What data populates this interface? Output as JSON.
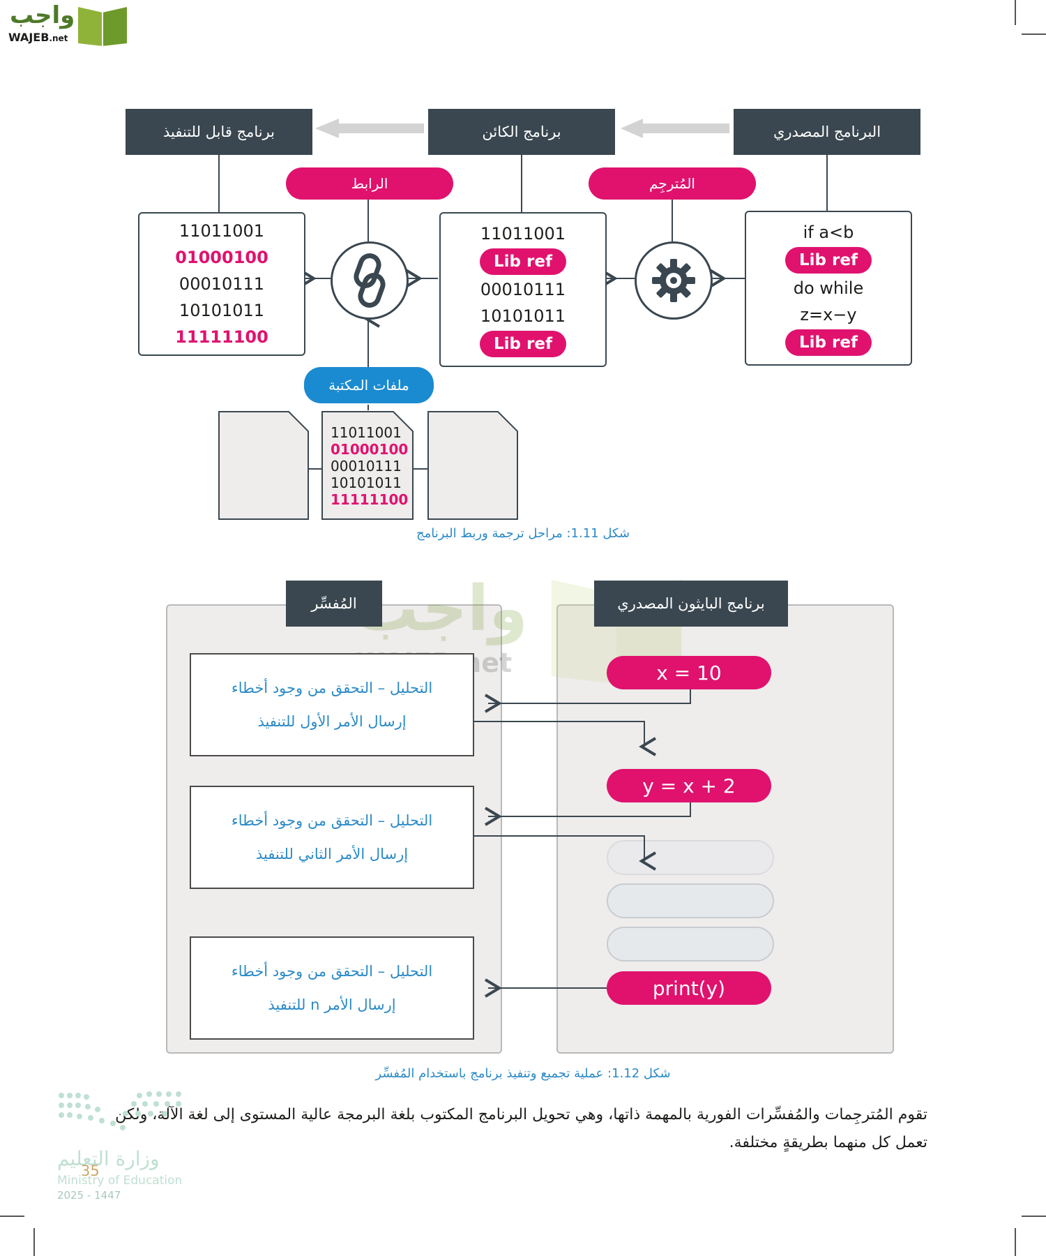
{
  "logo": {
    "arabic": "واجب",
    "latin": "WAJEB",
    "suffix": ".net"
  },
  "fig1": {
    "hdr_source": "البرنامج المصدري",
    "hdr_object": "برنامج الكائن",
    "hdr_exec": "برنامج قابل للتنفيذ",
    "pill_compiler": "المُترجِم",
    "pill_linker": "الرابط",
    "pill_library": "ملفات المكتبة",
    "source_lines": {
      "l1": "if a<b",
      "l2": "Lib ref",
      "l3": "do while",
      "l4": "z=x−y",
      "l5": "Lib ref"
    },
    "object_lines": {
      "l1": "11011001",
      "l2": "Lib ref",
      "l3": "00010111",
      "l4": "10101011",
      "l5": "Lib ref"
    },
    "exec_lines": {
      "l1": "11011001",
      "l2": "01000100",
      "l3": "00010111",
      "l4": "10101011",
      "l5": "11111100"
    },
    "lib_lines": {
      "l1": "11011001",
      "l2": "01000100",
      "l3": "00010111",
      "l4": "10101011",
      "l5": "11111100"
    },
    "caption_num": "شكل 1.11:",
    "caption_text": "مراحل ترجمة وربط البرنامج"
  },
  "fig2": {
    "hdr_interpreter": "المُفسِّر",
    "hdr_python": "برنامج البايثون المصدري",
    "box1": {
      "a": "التحليل – التحقق من وجود أخطاء",
      "b": "إرسال الأمر الأول للتنفيذ"
    },
    "box2": {
      "a": "التحليل – التحقق من وجود أخطاء",
      "b": "إرسال الأمر الثاني للتنفيذ"
    },
    "box3": {
      "a": "التحليل – التحقق من وجود أخطاء",
      "b": "إرسال الأمر n للتنفيذ"
    },
    "code1": "x = 10",
    "code2": "y = x + 2",
    "code3": "print(y)",
    "caption_num": "شكل 1.12:",
    "caption_text": "عملية تجميع وتنفيذ برنامج باستخدام المُفسِّر"
  },
  "body": {
    "line1": "تقوم المُترجِمات والمُفسِّرات الفورية بالمهمة ذاتها، وهي تحويل البرنامج المكتوب بلغة البرمجة عالية المستوى إلى لغة الآلة، ولكن",
    "line2": "تعمل كل منهما بطريقةٍ مختلفة."
  },
  "footer": {
    "ministry_ar": "وزارة التعليم",
    "ministry_en": "Ministry of Education",
    "year": "2025 - 1447",
    "page": "35"
  },
  "colors": {
    "dark_header": "#3a4750",
    "accent_pink": "#e0126e",
    "accent_blue": "#1a8bd0",
    "caption_blue": "#2b8ac6"
  }
}
